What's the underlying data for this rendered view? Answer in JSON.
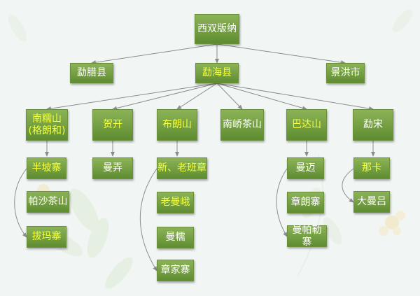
{
  "root": {
    "label": "西双版纳"
  },
  "counties": {
    "menglah": {
      "label": "勐腊县"
    },
    "menghai": {
      "label": "勐海县"
    },
    "jinghong": {
      "label": "景洪市"
    }
  },
  "regions": {
    "nannuo": {
      "label": "南糯山\n(格朗和)"
    },
    "hekai": {
      "label": "贺开"
    },
    "bulang": {
      "label": "布朗山"
    },
    "nanqiao": {
      "label": "南峤茶山"
    },
    "bada": {
      "label": "巴达山"
    },
    "mengsong": {
      "label": "勐宋"
    }
  },
  "villages": {
    "banpo": {
      "label": "半坡寨"
    },
    "pashasha": {
      "label": "帕沙茶山"
    },
    "bama": {
      "label": "拔玛寨"
    },
    "mannong": {
      "label": "曼弄"
    },
    "xinlaobanzhang": {
      "label": "新、老班章"
    },
    "laomane": {
      "label": "老曼峨"
    },
    "mannuo": {
      "label": "曼糯"
    },
    "zhangjia": {
      "label": "章家寨"
    },
    "manmai": {
      "label": "曼迈"
    },
    "zhanglang": {
      "label": "章朗寨"
    },
    "manpaleizhai": {
      "label": "曼帕勒寨"
    },
    "naka": {
      "label": "那卡"
    },
    "damanlv": {
      "label": "大曼吕"
    }
  },
  "colors": {
    "node_fill": "#76a044",
    "highlight_text": "#f4ff3a",
    "normal_text": "#ffffff",
    "connector": "#8c8c8c",
    "background": "#f1f6f4"
  }
}
